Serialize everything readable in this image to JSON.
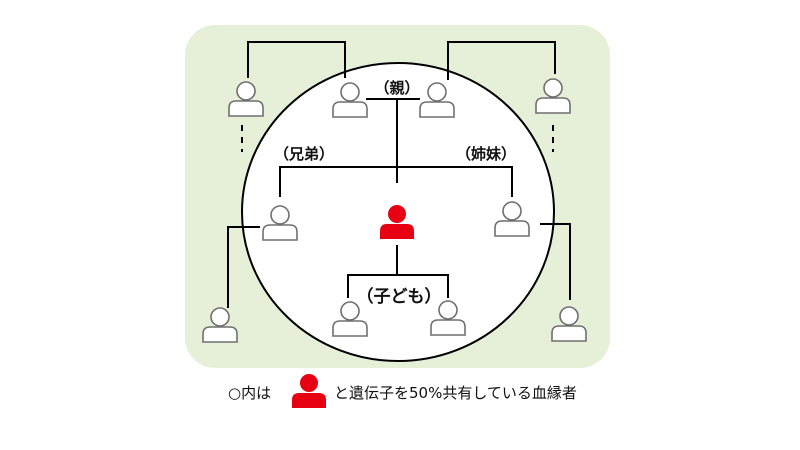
{
  "labels": {
    "parents": "（親）",
    "siblings": "（兄弟）",
    "sisters": "（姉妹）",
    "children": "（子ども）"
  },
  "legend": {
    "prefix": "○内は",
    "suffix": "と遺伝子を50%共有している血縁者"
  },
  "colors": {
    "background_panel": "#e6f0d9",
    "highlight_person": "#e60012",
    "person_outline": "#6f6f6f"
  },
  "icons": {
    "person": "person-icon",
    "self": "self-person-icon"
  }
}
